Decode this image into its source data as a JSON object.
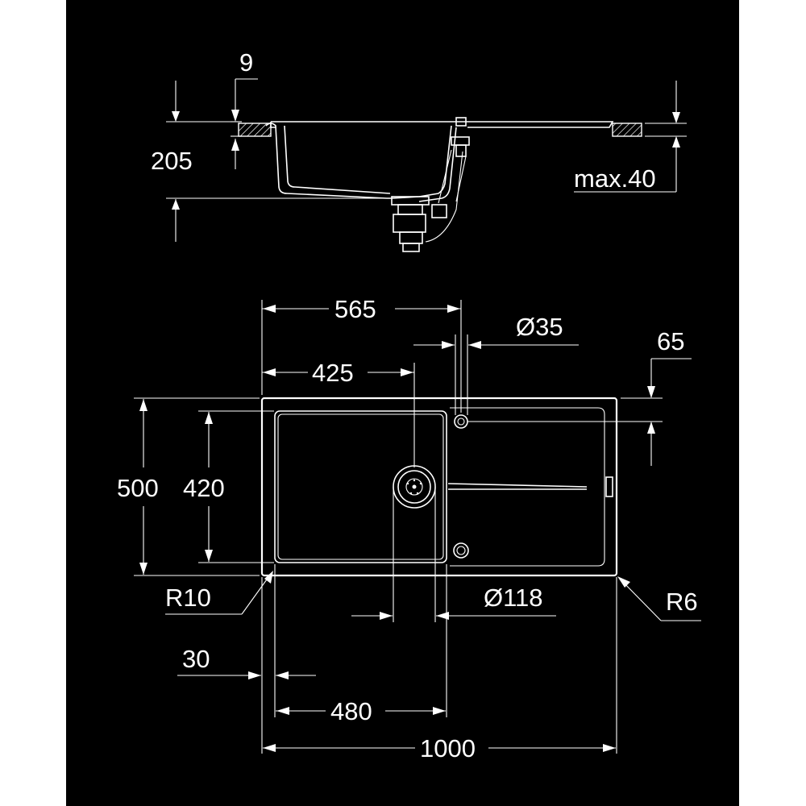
{
  "drawing": {
    "background": "#000000",
    "line_color": "#ffffff",
    "side_view": {
      "dim_top_thickness": "9",
      "dim_depth": "205",
      "dim_worktop_max": "max.40"
    },
    "top_view": {
      "dim_565": "565",
      "dim_tap_hole": "Ø35",
      "dim_edge_65": "65",
      "dim_425": "425",
      "dim_500": "500",
      "dim_420": "420",
      "dim_r10": "R10",
      "dim_waste": "Ø118",
      "dim_r6": "R6",
      "dim_30": "30",
      "dim_480": "480",
      "dim_1000": "1000"
    }
  }
}
